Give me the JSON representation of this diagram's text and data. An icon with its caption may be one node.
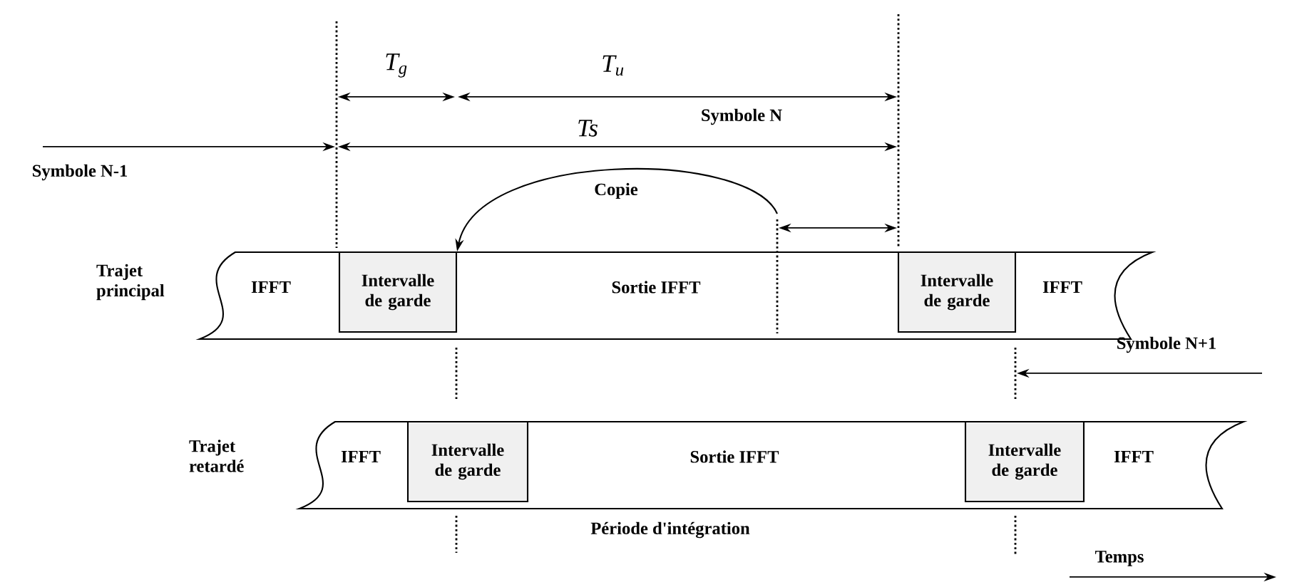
{
  "diagram": {
    "nodes": [
      {
        "text": [
          "IFFT",
          "Sortie IFFT",
          "IFFT"
        ],
        "beside": [
          "Trajet principal"
        ]
      },
      {
        "text": [
          "Intervalle de garde"
        ],
        "in": 0
      },
      {
        "text": [
          "Intervalle de garde"
        ],
        "in": 0
      },
      {
        "text": [
          "IFFT",
          "Sortie IFFT",
          "IFFT"
        ],
        "beside": [
          "Trajet retardé"
        ]
      },
      {
        "text": [
          "Intervalle de garde"
        ],
        "in": 3
      },
      {
        "text": [
          "Intervalle de garde"
        ],
        "in": 3
      }
    ],
    "edges": [
      {
        "from": null,
        "to": 1,
        "arrow": "to",
        "label": "Copie"
      }
    ],
    "labels": [
      "T$_{g}$",
      "T$_{u}$",
      "Symbole N",
      "Ts",
      "Symbole N-1",
      "Symbole N+1",
      "Période d'intégration",
      "Temps"
    ]
  }
}
